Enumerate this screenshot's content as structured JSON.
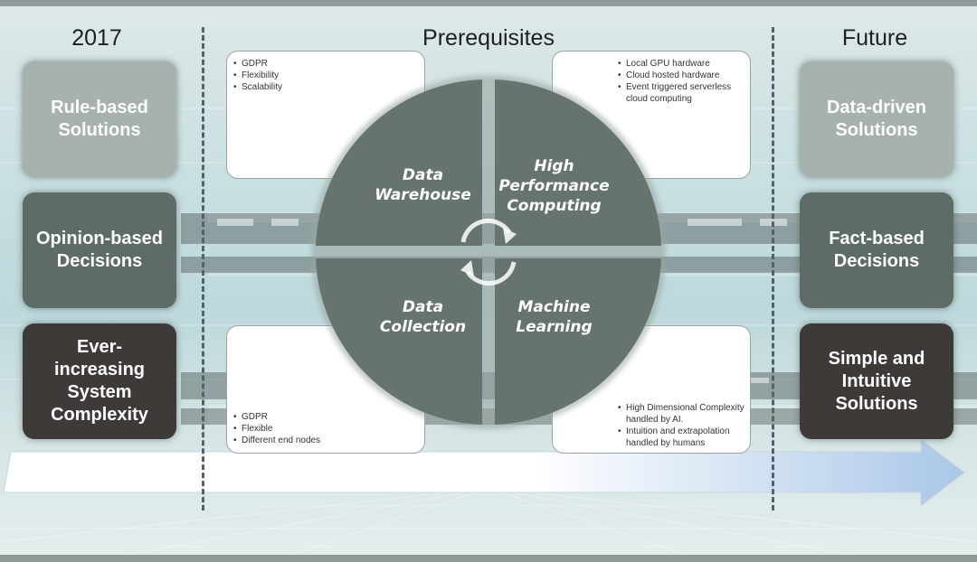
{
  "headers": {
    "left": "2017",
    "center": "Prerequisites",
    "right": "Future"
  },
  "left_boxes": [
    {
      "label": "Rule-based Solutions"
    },
    {
      "label": "Opinion-based Decisions"
    },
    {
      "label": "Ever-increasing System Complexity"
    }
  ],
  "right_boxes": [
    {
      "label": "Data-driven Solutions"
    },
    {
      "label": "Fact-based Decisions"
    },
    {
      "label": "Simple and Intuitive Solutions"
    }
  ],
  "quadrants": {
    "top_left": {
      "line1": "Data",
      "line2": "Warehouse"
    },
    "top_right": {
      "line1": "High",
      "line2": "Performance",
      "line3": "Computing"
    },
    "bottom_left": {
      "line1": "Data",
      "line2": "Collection"
    },
    "bottom_right": {
      "line1": "Machine",
      "line2": "Learning"
    }
  },
  "cards": {
    "top_left": [
      "GDPR",
      "Flexibility",
      "Scalability"
    ],
    "top_right": [
      "Local GPU hardware",
      "Cloud hosted hardware",
      "Event triggered serverless cloud  computing"
    ],
    "bottom_left": [
      "GDPR",
      "Flexible",
      "Different end nodes"
    ],
    "bottom_right": [
      "High Dimensional Complexity handled by AI.",
      "Intuition and extrapolation handled by humans"
    ]
  },
  "colors": {
    "circle": "#67736f",
    "box_light": "#a7b2af",
    "box_mid": "#5f6b66",
    "box_dark": "#3d3a38",
    "arrow": "#a9c7e8",
    "divider": "#56606a"
  },
  "icons": {
    "center": "cycle-arrows-icon"
  }
}
